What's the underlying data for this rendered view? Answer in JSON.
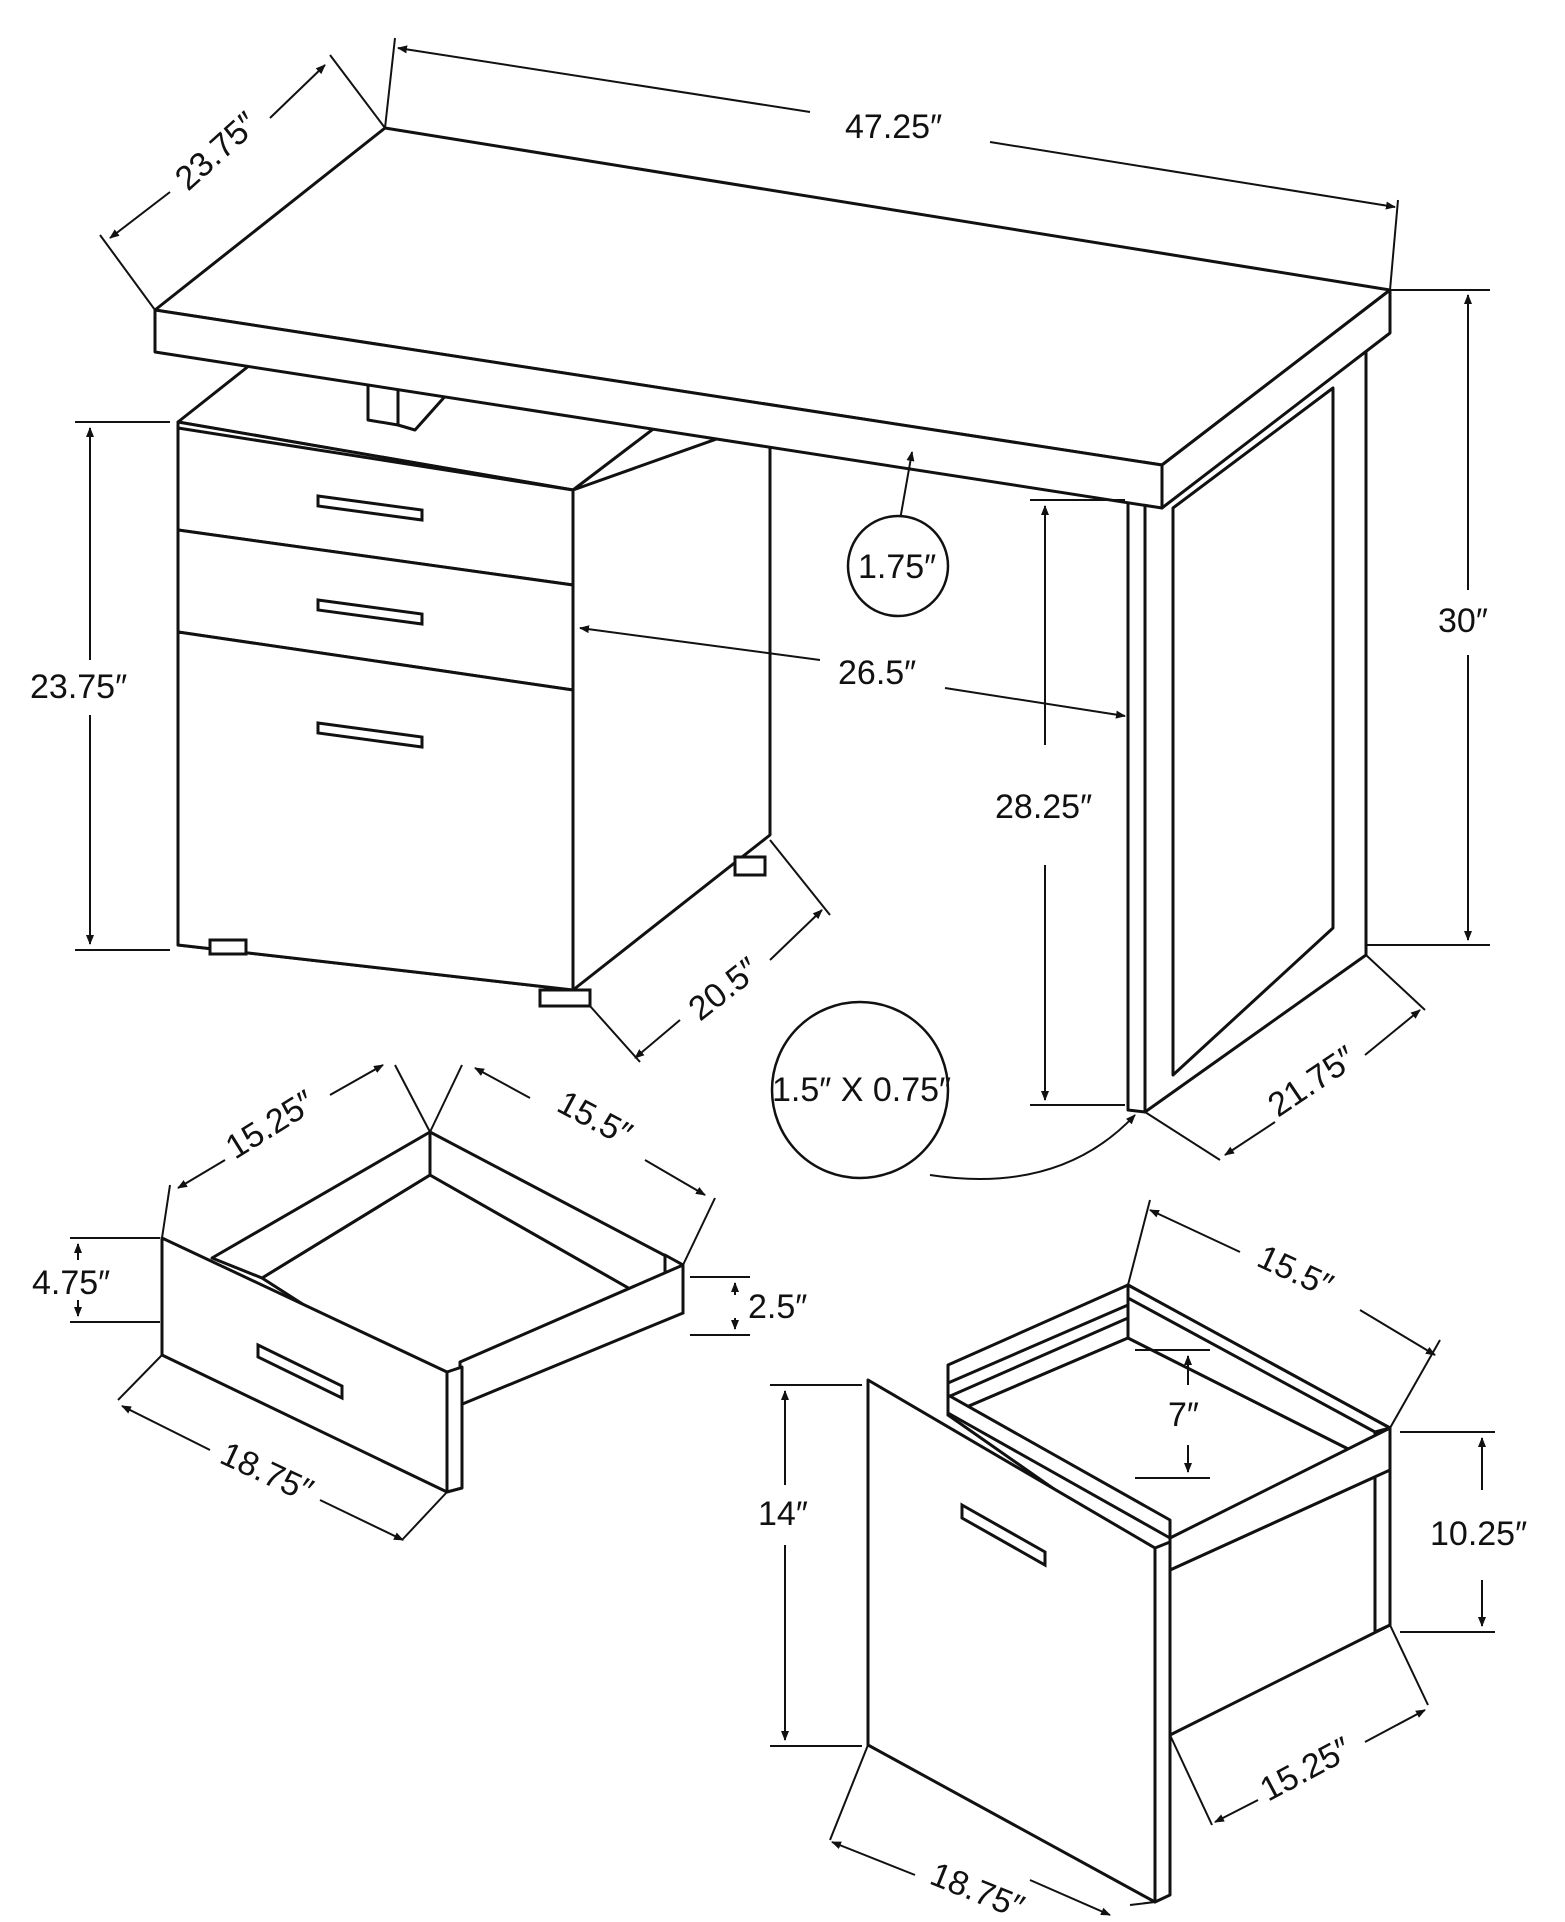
{
  "desk": {
    "width": "47.25″",
    "depth": "23.75″",
    "height": "30″",
    "top_thickness": "1.75″",
    "pedestal_height": "23.75″",
    "kneehole_width": "26.5″",
    "kneehole_height": "28.25″",
    "pedestal_depth": "20.5″",
    "leg_depth": "21.75″",
    "leg_profile": "1.5″ X 0.75″"
  },
  "small_drawer": {
    "inner_width": "15.25″",
    "inner_depth": "15.5″",
    "front_height": "4.75″",
    "side_height": "2.5″",
    "front_width": "18.75″"
  },
  "file_drawer": {
    "depth": "15.5″",
    "inner_height": "7″",
    "front_height": "14″",
    "side_height": "10.25″",
    "front_width": "18.75″",
    "inner_width": "15.25″"
  },
  "colors": {
    "line": "#111111",
    "background": "#ffffff"
  }
}
